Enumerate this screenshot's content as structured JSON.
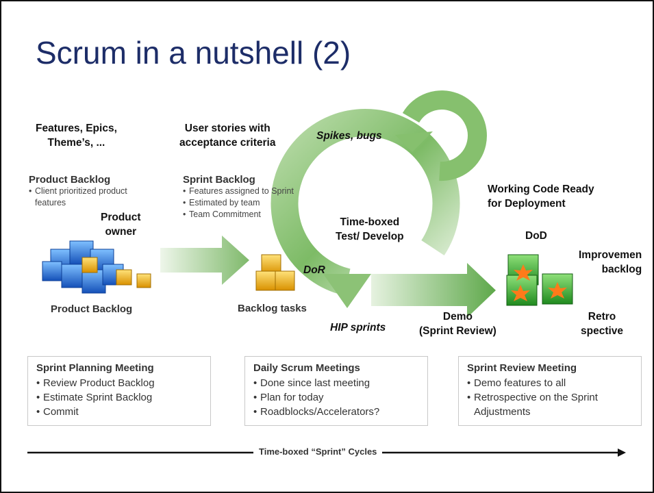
{
  "slide": {
    "title": "Scrum in a nutshell (2)"
  },
  "labels": {
    "features": "Features, Epics,\nTheme’s, ...",
    "user_stories": "User stories with\nacceptance criteria",
    "spikes": "Spikes, bugs",
    "working_code": "Working Code Ready\nfor Deployment",
    "product_owner": "Product\nowner",
    "timeboxed": "Time-boxed\nTest/ Develop",
    "dod": "DoD",
    "improvement": "Improvemen\nbacklog",
    "dor": "DoR",
    "product_backlog_caption": "Product Backlog",
    "backlog_tasks": "Backlog tasks",
    "hip_sprints": "HIP sprints",
    "demo": "Demo\n(Sprint Review)",
    "retro": "Retro\nspective"
  },
  "product_backlog_block": {
    "heading": "Product Backlog",
    "items": [
      "Client prioritized product features"
    ]
  },
  "sprint_backlog_block": {
    "heading": "Sprint Backlog",
    "items": [
      "Features assigned to Sprint",
      "Estimated by team",
      "Team Commitment"
    ]
  },
  "meetings": [
    {
      "heading": "Sprint Planning Meeting",
      "items": [
        "Review Product Backlog",
        "Estimate Sprint Backlog",
        "Commit"
      ]
    },
    {
      "heading": "Daily Scrum Meetings",
      "items": [
        "Done since last meeting",
        "Plan for today",
        "Roadblocks/Accelerators?"
      ]
    },
    {
      "heading": "Sprint Review Meeting",
      "items": [
        "Demo features to all",
        "Retrospective on the Sprint Adjustments"
      ]
    }
  ],
  "timeline": {
    "label": "Time-boxed “Sprint” Cycles"
  },
  "colors": {
    "title": "#1d2d68",
    "arrow_green": "#7db86a",
    "cube_blue": "#1e6fd9",
    "cube_yellow": "#f2b705",
    "cube_green": "#3aa53a",
    "starburst": "#ff7a1a"
  }
}
